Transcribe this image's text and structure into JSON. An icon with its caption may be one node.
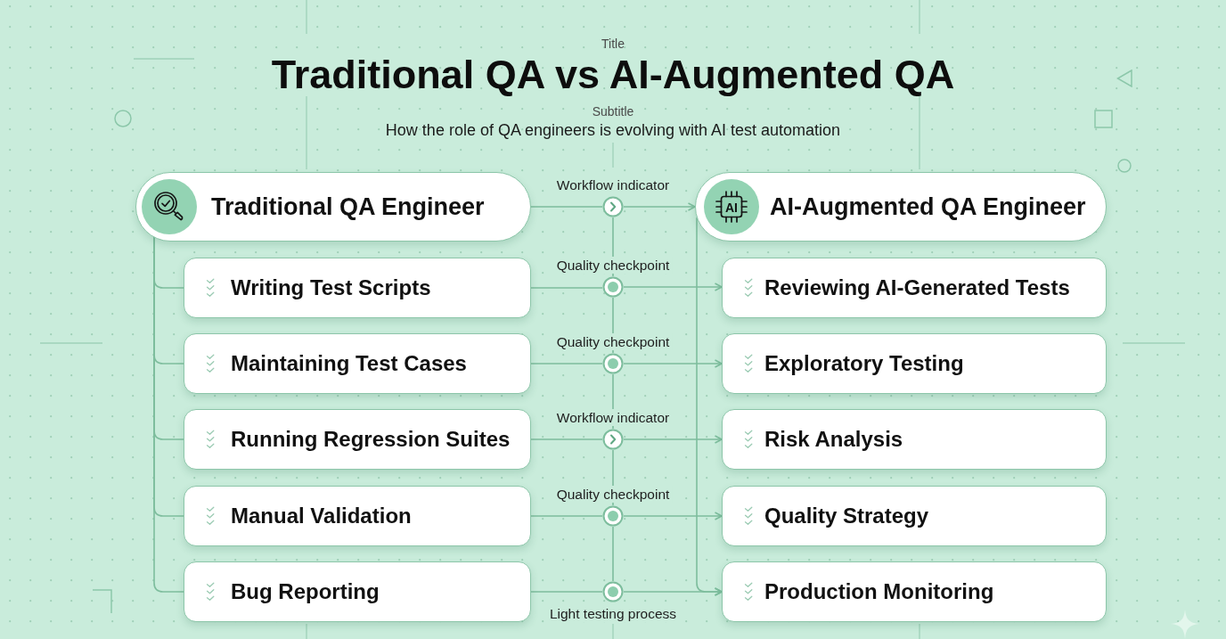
{
  "diagram": {
    "title": "Traditional QA vs AI-Augmented QA",
    "nodes": [
      {
        "text": [
          "Traditional QA Engineer"
        ]
      },
      {
        "text": [
          "Writing Test Scripts"
        ]
      },
      {
        "text": [
          "Maintaining Test Cases"
        ]
      },
      {
        "text": [
          "Running Regression Suites"
        ]
      },
      {
        "text": [
          "Manual Validation"
        ]
      },
      {
        "text": [
          "Bug Reporting"
        ]
      },
      {
        "text": [
          "AI",
          "AI-Augmented QA Engineer"
        ]
      },
      {
        "text": [
          "Reviewing AI-Generated Tests"
        ]
      },
      {
        "text": [
          "Exploratory Testing"
        ]
      },
      {
        "text": [
          "Risk Analysis"
        ]
      },
      {
        "text": [
          "Quality Strategy"
        ]
      },
      {
        "text": [
          "Production Monitoring"
        ]
      },
      {
        "text": [],
        "shape": "circle",
        "beside": [
          "Workflow indicator"
        ]
      },
      {
        "text": [],
        "shape": "circle",
        "beside": [
          "Quality checkpoint"
        ]
      },
      {
        "text": [],
        "shape": "circle",
        "beside": [
          "Quality checkpoint"
        ]
      },
      {
        "text": [],
        "shape": "circle",
        "beside": [
          "Workflow indicator"
        ]
      },
      {
        "text": [],
        "shape": "circle",
        "beside": [
          "Quality checkpoint"
        ]
      },
      {
        "text": [],
        "shape": "circle",
        "beside": [
          "Light testing process"
        ]
      }
    ],
    "edges": [
      {
        "from": 0,
        "to": 12,
        "arrow": "none"
      },
      {
        "from": 12,
        "to": 6,
        "arrow": "to"
      },
      {
        "from": 1,
        "to": 13,
        "arrow": "none"
      },
      {
        "from": 13,
        "to": 7,
        "arrow": "to"
      },
      {
        "from": 2,
        "to": 14,
        "arrow": "none"
      },
      {
        "from": 14,
        "to": 8,
        "arrow": "to"
      },
      {
        "from": 3,
        "to": 15,
        "arrow": "none"
      },
      {
        "from": 15,
        "to": 9,
        "arrow": "to"
      },
      {
        "from": 4,
        "to": 16,
        "arrow": "none"
      },
      {
        "from": 16,
        "to": 10,
        "arrow": "to"
      },
      {
        "from": 5,
        "to": 17,
        "arrow": "none"
      },
      {
        "from": 17,
        "to": 11,
        "arrow": "to"
      },
      {
        "from": 0,
        "to": 1,
        "arrow": "none"
      },
      {
        "from": 0,
        "to": 2,
        "arrow": "none"
      },
      {
        "from": 0,
        "to": 3,
        "arrow": "none"
      },
      {
        "from": 0,
        "to": 4,
        "arrow": "none"
      },
      {
        "from": 0,
        "to": 5,
        "arrow": "none"
      },
      {
        "from": 6,
        "to": 11,
        "arrow": "to"
      },
      {
        "from": 12,
        "to": 13,
        "arrow": "none"
      },
      {
        "from": 13,
        "to": 14,
        "arrow": "none"
      },
      {
        "from": 14,
        "to": 15,
        "arrow": "none"
      },
      {
        "from": 15,
        "to": 16,
        "arrow": "none"
      },
      {
        "from": 16,
        "to": 17,
        "arrow": "none"
      }
    ],
    "labels": [
      "Title",
      "Subtitle",
      "How the role of QA engineers is evolving with AI test automation"
    ]
  }
}
